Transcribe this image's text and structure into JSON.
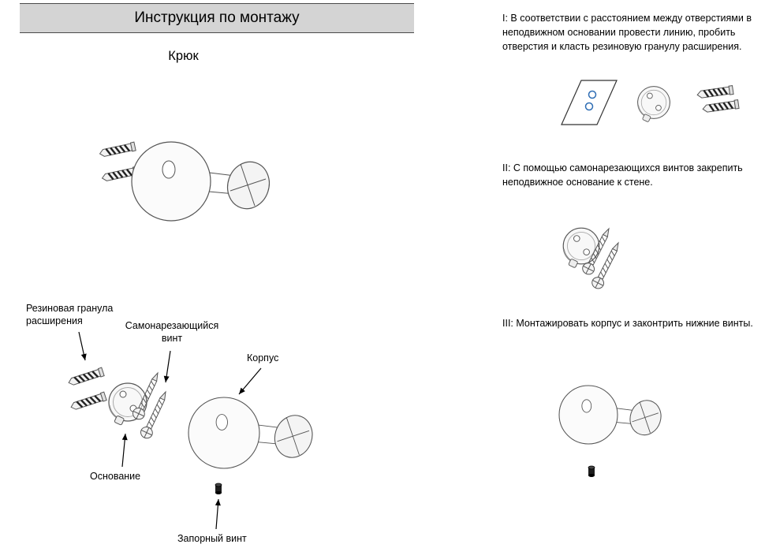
{
  "page": {
    "header_title": "Инструкция по монтажу",
    "product_title": "Крюк"
  },
  "colors": {
    "header_bg": "#d4d4d4",
    "outline": "#555555",
    "rib_dark": "#222222",
    "hole_accent": "#2e6db4",
    "arrow": "#000000"
  },
  "exploded_labels": {
    "rubber_granule": "Резиновая гранула расширения",
    "self_tapping_screw": "Самонарезающийся винт",
    "body": "Корпус",
    "base": "Основание",
    "locking_screw": "Запорный винт"
  },
  "steps": [
    {
      "id": "I",
      "text": "I: В соответствии с расстоянием между отверстиями в неподвижном основании провести линию, пробить отверстия и класть резиновую гранулу расширения."
    },
    {
      "id": "II",
      "text": "II: С помощью самонарезающихся винтов закрепить неподвижное основание к стене."
    },
    {
      "id": "III",
      "text": "III: Монтажировать корпус и законтрить нижние винты."
    }
  ]
}
